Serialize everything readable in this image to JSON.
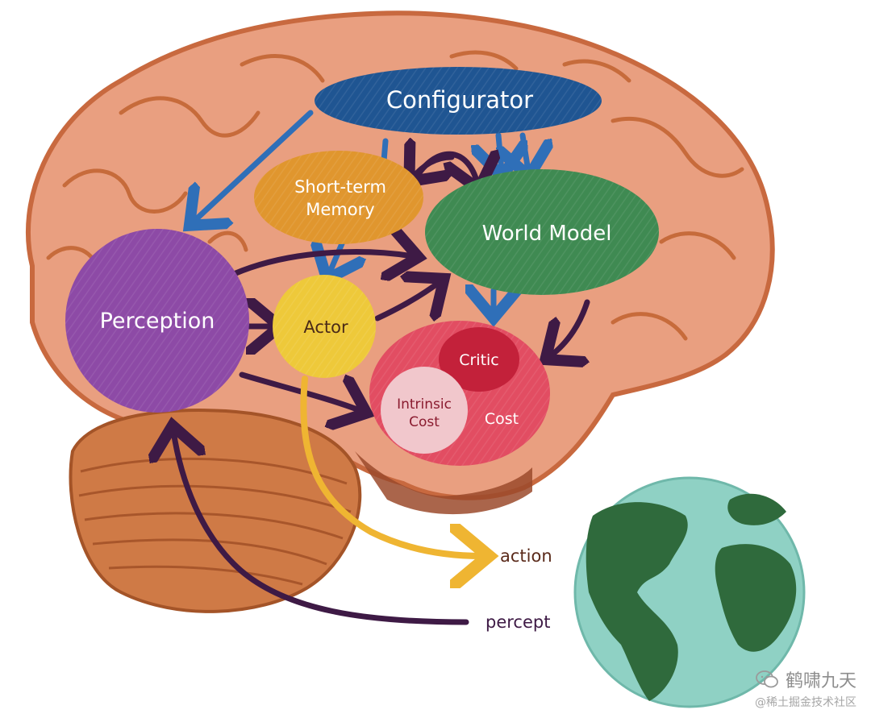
{
  "modules": {
    "configurator": "Configurator",
    "short_term_memory_line1": "Short-term",
    "short_term_memory_line2": "Memory",
    "world_model": "World Model",
    "perception": "Perception",
    "actor": "Actor",
    "critic": "Critic",
    "intrinsic_cost_line1": "Intrinsic",
    "intrinsic_cost_line2": "Cost",
    "cost": "Cost"
  },
  "io": {
    "action": "action",
    "percept": "percept"
  },
  "watermark": {
    "title": "鹤啸九天",
    "subtitle": "@稀土掘金技术社区"
  },
  "colors": {
    "configurator": "#1f5592",
    "short_term_memory": "#e0962e",
    "world_model": "#3f8a52",
    "perception": "#8d4aa6",
    "actor": "#eec93a",
    "cost": "#e24d62",
    "critic": "#c3213a",
    "intrinsic_cost": "#f1c7cc",
    "blue_arrow": "#2f6fb8",
    "purple_arrow": "#3e1a45",
    "action_arrow": "#efb532",
    "brain": "#e79b7d",
    "ocean": "#8fd1c4",
    "land": "#2f6a3c"
  },
  "icons": [
    "wechat-icon",
    "earth-icon",
    "brain-illustration"
  ]
}
